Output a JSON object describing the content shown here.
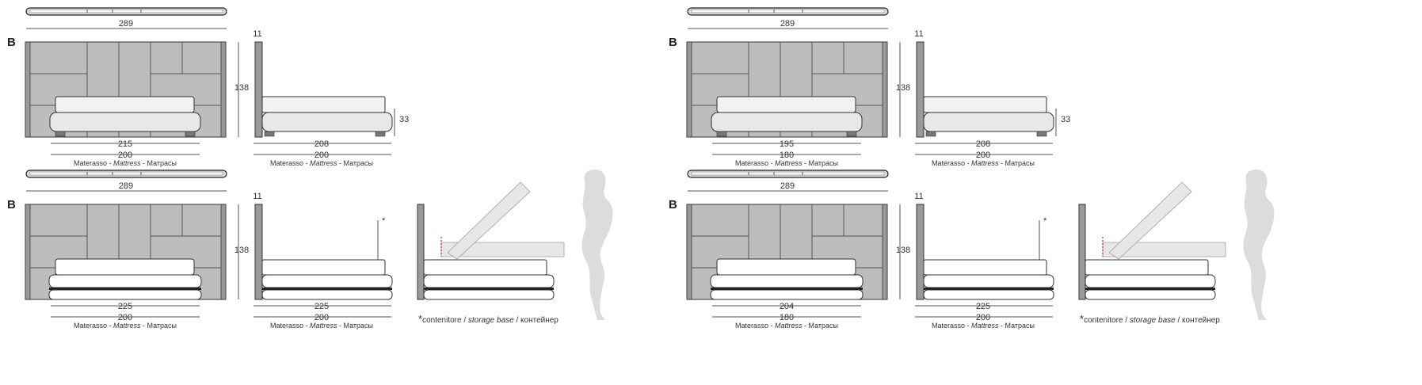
{
  "colors": {
    "line": "#555555",
    "panel": "#bdbdbd",
    "panel_dark": "#aaaaaa",
    "mattress": "#f2f2f2",
    "base": "#e8e8e8",
    "foot": "#777777",
    "silhouette": "#dcdcdc",
    "storage_red": "#e02020"
  },
  "variants": [
    {
      "label": "B",
      "top_width": "289",
      "headboard_thickness": "11",
      "height": "138",
      "front_width": "215",
      "front_mattress": "200",
      "side_length": "208",
      "side_mattress": "200",
      "base_height": "33",
      "mattress_caption_a": "Materasso - ",
      "mattress_caption_b": "Mattress",
      "mattress_caption_c": " - Матрасы",
      "storage": false
    },
    {
      "label": "B",
      "top_width": "289",
      "headboard_thickness": "11",
      "height": "138",
      "front_width": "195",
      "front_mattress": "180",
      "side_length": "208",
      "side_mattress": "200",
      "base_height": "33",
      "mattress_caption_a": "Materasso - ",
      "mattress_caption_b": "Mattress",
      "mattress_caption_c": " - Матрасы",
      "storage": false
    },
    {
      "label": "B",
      "top_width": "289",
      "headboard_thickness": "11",
      "height": "138",
      "front_width": "225",
      "front_mattress": "200",
      "side_length": "225",
      "side_mattress": "200",
      "base_height": "",
      "mattress_caption_a": "Materasso - ",
      "mattress_caption_b": "Mattress",
      "mattress_caption_c": " - Матрасы",
      "storage": true,
      "storage_mark": "*",
      "storage_note_a": "contenitore / ",
      "storage_note_b": "storage base",
      "storage_note_c": " / контейнер"
    },
    {
      "label": "B",
      "top_width": "289",
      "headboard_thickness": "11",
      "height": "138",
      "front_width": "204",
      "front_mattress": "180",
      "side_length": "225",
      "side_mattress": "200",
      "base_height": "",
      "mattress_caption_a": "Materasso - ",
      "mattress_caption_b": "Mattress",
      "mattress_caption_c": " - Матрасы",
      "storage": true,
      "storage_mark": "*",
      "storage_note_a": "contenitore / ",
      "storage_note_b": "storage base",
      "storage_note_c": " / контейнер"
    }
  ]
}
